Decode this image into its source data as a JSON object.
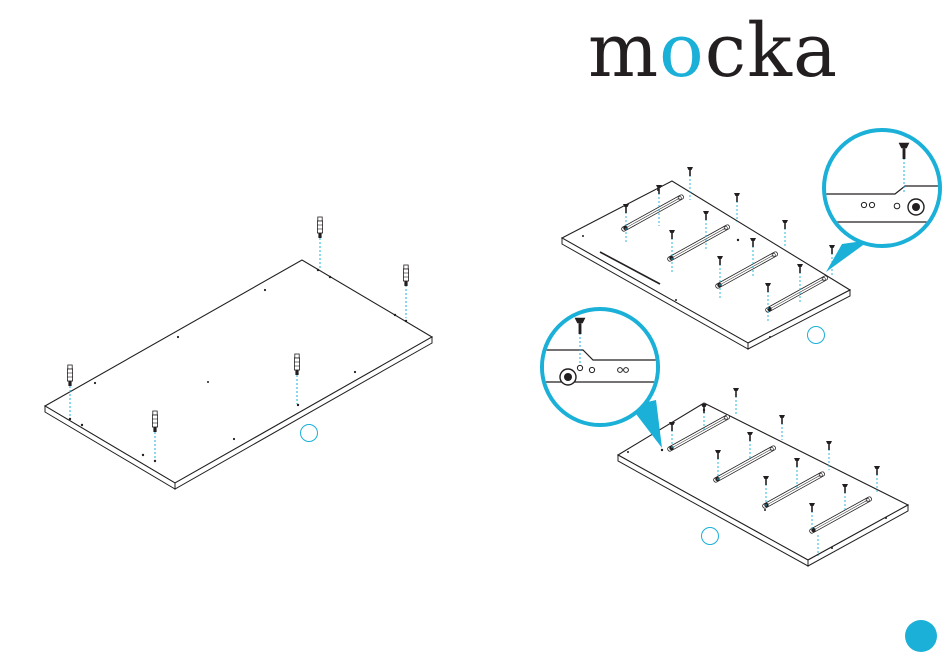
{
  "brand": {
    "logo_text": "mocka",
    "accent_color": "#1ab0d8",
    "ink_color": "#231f20"
  },
  "figures": [
    {
      "name": "panel-with-dowels",
      "parts": [
        "dowel",
        "dowel",
        "dowel",
        "dowel",
        "dowel"
      ]
    },
    {
      "name": "panel-with-drawer-runners-top",
      "parts": [
        "drawer-runner",
        "drawer-runner",
        "drawer-runner",
        "drawer-runner",
        "screw"
      ],
      "detail": "zoom-callout-right"
    },
    {
      "name": "panel-with-drawer-runners-bottom",
      "parts": [
        "drawer-runner",
        "drawer-runner",
        "drawer-runner",
        "drawer-runner",
        "screw"
      ],
      "detail": "zoom-callout-left"
    }
  ],
  "icons": [
    "dowel-icon",
    "screw-icon",
    "drawer-runner-icon",
    "magnifier-callout-icon",
    "page-indicator-icon"
  ]
}
